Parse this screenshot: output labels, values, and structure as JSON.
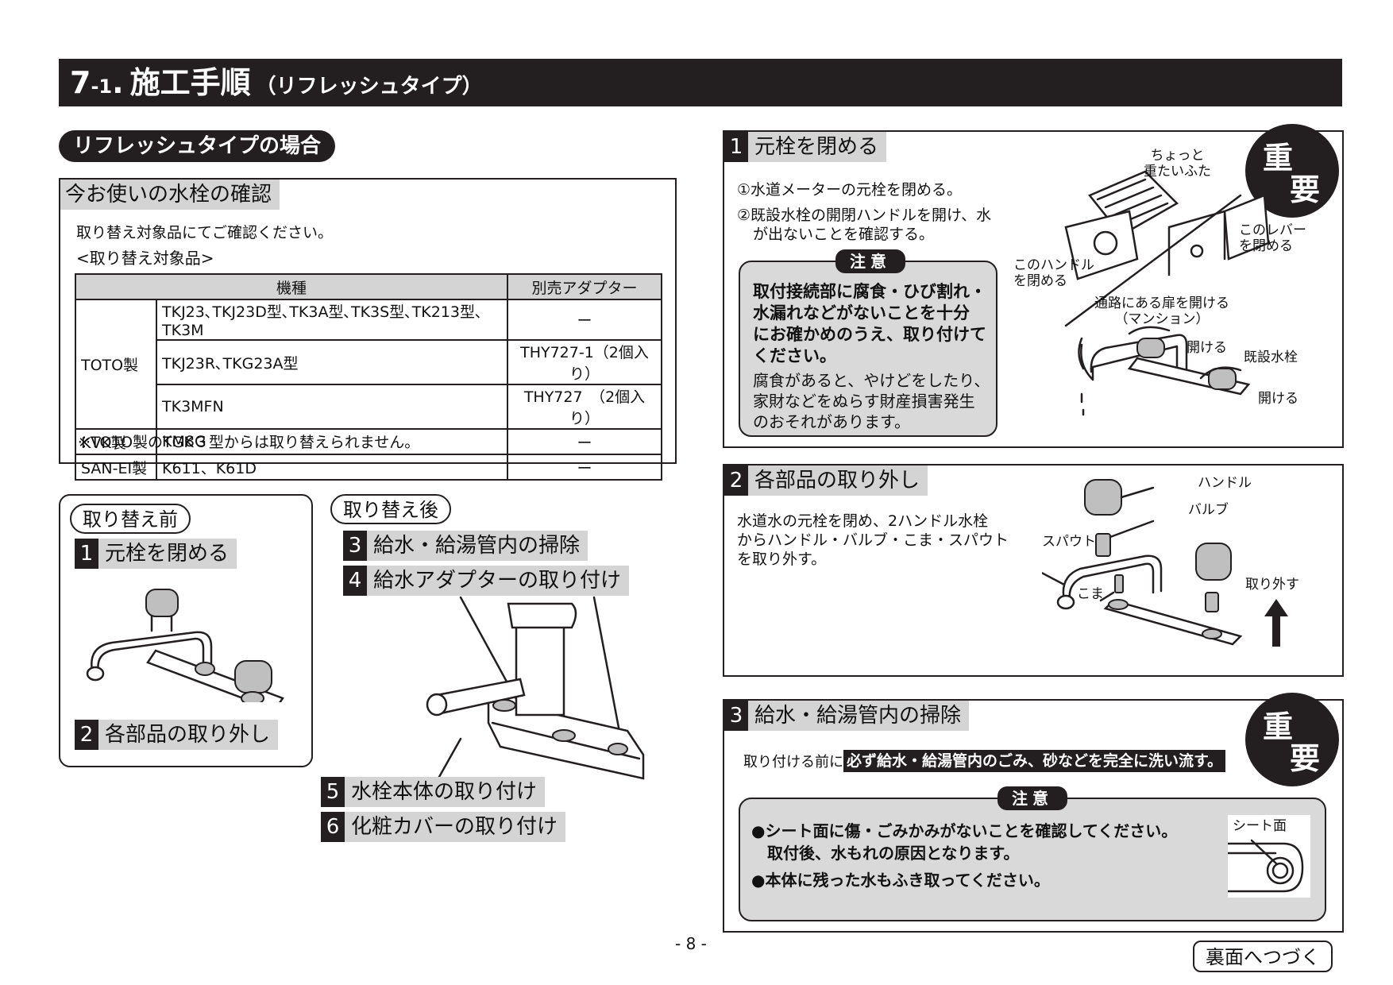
{
  "page_title": {
    "prefix": "7",
    "sub": "-1",
    "dot": ".",
    "main": "施工手順",
    "paren": "（リフレッシュタイプ）"
  },
  "case_heading": "リフレッシュタイプの場合",
  "check_box": {
    "heading": "今お使いの水栓の確認",
    "intro": "取り替え対象品にてご確認ください。",
    "subheading": "<取り替え対象品>",
    "table": {
      "headers": [
        "機種",
        "別売アダプター"
      ],
      "rows": [
        {
          "maker": "TOTO製",
          "model": "TKJ23､TKJ23D型､TK3A型､TK3S型､TK213型､TK3M",
          "adapter": "ー"
        },
        {
          "maker": "",
          "model": "TKJ23R､TKG23A型",
          "adapter": "THY727-1（2個入り）"
        },
        {
          "maker": "",
          "model": "TK3MFN",
          "adapter": "THY727　（2個入り）"
        },
        {
          "maker": "KVK製",
          "model": "KM8G",
          "adapter": "ー"
        },
        {
          "maker": "SAN-EI製",
          "model": "K611、K61D",
          "adapter": "ー"
        }
      ]
    },
    "note": "※TOTO製のTGK３型からは取り替えられません。"
  },
  "before": {
    "label": "取り替え前",
    "steps": [
      {
        "num": "1",
        "text": "元栓を閉める"
      },
      {
        "num": "2",
        "text": "各部品の取り外し"
      }
    ]
  },
  "after": {
    "label": "取り替え後",
    "steps": [
      {
        "num": "3",
        "text": "給水・給湯管内の掃除"
      },
      {
        "num": "4",
        "text": "給水アダプターの取り付け"
      },
      {
        "num": "5",
        "text": "水栓本体の取り付け"
      },
      {
        "num": "6",
        "text": "化粧カバーの取り付け"
      }
    ]
  },
  "section1": {
    "num": "1",
    "title": "元栓を閉める",
    "badge": [
      "重",
      "要"
    ],
    "lines": [
      "①水道メーターの元栓を閉める。",
      "②既設水栓の開閉ハンドルを開け、水",
      "が出ないことを確認する。"
    ],
    "caution_tag": "注意",
    "caution_bold": [
      "取付接続部に腐食・ひび割れ・",
      "水漏れなどがないことを十分",
      "にお確かめのうえ、取り付けて",
      "ください。"
    ],
    "caution_normal": [
      "腐食があると、やけどをしたり、",
      "家財などをぬらす財産損害発生",
      "のおそれがあります。"
    ],
    "labels": {
      "lid": [
        "ちょっと",
        "重たいふた"
      ],
      "lever": [
        "このレバー",
        "を閉める"
      ],
      "handle": [
        "このハンドル",
        "を閉める"
      ],
      "door": [
        "通路にある扉を開ける",
        "（マンション）"
      ],
      "open1": "開ける",
      "existing": "既設水栓",
      "open2": "開ける"
    }
  },
  "section2": {
    "num": "2",
    "title": "各部品の取り外し",
    "lines": [
      "水道水の元栓を閉め、2ハンドル水栓",
      "からハンドル・バルブ・こま・スパウト",
      "を取り外す。"
    ],
    "labels": {
      "handle": "ハンドル",
      "valve": "バルブ",
      "spout": "スパウト",
      "koma": "こま",
      "remove": "取り外す"
    }
  },
  "section3": {
    "num": "3",
    "title": "給水・給湯管内の掃除",
    "badge": [
      "重",
      "要"
    ],
    "lead": "取り付ける前に",
    "highlight": "必ず給水・給湯管内のごみ、砂などを完全に洗い流す。",
    "caution_tag": "注意",
    "bullets": [
      "●シート面に傷・ごみかみがないことを確認してください。",
      "　取付後、水もれの原因となります。",
      "●本体に残った水もふき取ってください。"
    ],
    "seat_label": "シート面"
  },
  "page_number": "- 8 -",
  "continue_label": "裏面へつづく"
}
